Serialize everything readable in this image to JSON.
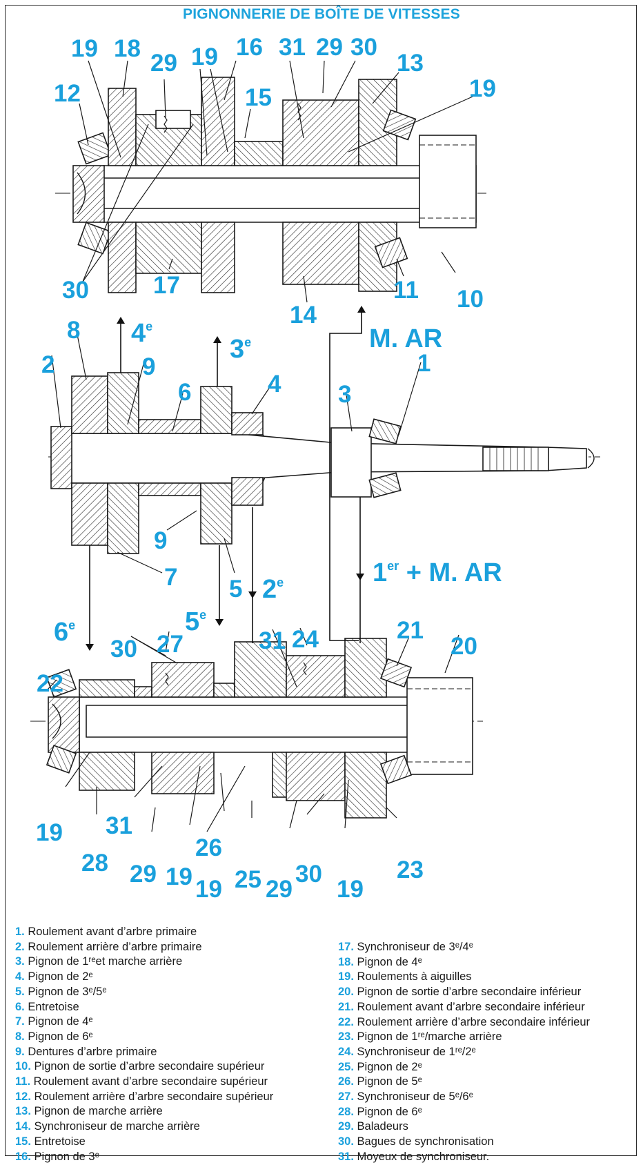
{
  "title": "PIGNONNERIE DE BOÎTE DE VITESSES",
  "callouts": {
    "n19a": "19",
    "n18": "18",
    "n29a": "29",
    "n19b": "19",
    "n16": "16",
    "n31a": "31",
    "n29b": "29",
    "n30a": "30",
    "n13": "13",
    "n12": "12",
    "n15": "15",
    "n19c": "19",
    "n30b": "30",
    "n17": "17",
    "n14": "14",
    "n11": "11",
    "n10": "10",
    "n8": "8",
    "n2": "2",
    "n9a": "9",
    "n6": "6",
    "n4": "4",
    "n3": "3",
    "n1": "1",
    "n9b": "9",
    "n7": "7",
    "n5": "5",
    "n30c": "30",
    "n27": "27",
    "n31b": "31",
    "n24": "24",
    "n21": "21",
    "n20": "20",
    "n22": "22",
    "n19d": "19",
    "n31c": "31",
    "n28": "28",
    "n26": "26",
    "n29c": "29",
    "n19e": "19",
    "n19f": "19",
    "n25": "25",
    "n29d": "29",
    "n30d": "30",
    "n19g": "19",
    "n23": "23"
  },
  "gear_labels": {
    "g4": {
      "num": "4",
      "sup": "e"
    },
    "g3": {
      "num": "3",
      "sup": "e"
    },
    "g2": {
      "num": "2",
      "sup": "e"
    },
    "g5": {
      "num": "5",
      "sup": "e"
    },
    "g6": {
      "num": "6",
      "sup": "e"
    },
    "g1": {
      "num": "1",
      "sup": "er",
      "rest": " + M. AR"
    },
    "mar": "M. AR"
  },
  "legend": {
    "left": [
      {
        "num": "1.",
        "text": "Roulement avant d’arbre primaire"
      },
      {
        "num": "2.",
        "text": "Roulement arrière d’arbre primaire"
      },
      {
        "num": "3.",
        "text": "Pignon de 1ʳᵉet marche arrière"
      },
      {
        "num": "4.",
        "text": "Pignon de 2ᵉ"
      },
      {
        "num": "5.",
        "text": "Pignon de 3ᵉ/5ᵉ"
      },
      {
        "num": "6.",
        "text": "Entretoise"
      },
      {
        "num": "7.",
        "text": "Pignon de 4ᵉ"
      },
      {
        "num": "8.",
        "text": "Pignon de 6ᵉ"
      },
      {
        "num": "9.",
        "text": "Dentures d’arbre primaire"
      },
      {
        "num": "10.",
        "text": "Pignon de sortie d’arbre secondaire supérieur"
      },
      {
        "num": "11.",
        "text": "Roulement avant d’arbre secondaire supérieur"
      },
      {
        "num": "12.",
        "text": "Roulement arrière d’arbre secondaire supérieur"
      },
      {
        "num": "13.",
        "text": "Pignon de marche arrière"
      },
      {
        "num": "14.",
        "text": "Synchroniseur de marche arrière"
      },
      {
        "num": "15.",
        "text": "Entretoise"
      },
      {
        "num": "16.",
        "text": "Pignon de 3ᵉ"
      }
    ],
    "right": [
      {
        "num": "17.",
        "text": "Synchroniseur de 3ᵉ/4ᵉ"
      },
      {
        "num": "18.",
        "text": "Pignon de 4ᵉ"
      },
      {
        "num": "19.",
        "text": "Roulements à aiguilles"
      },
      {
        "num": "20.",
        "text": "Pignon de sortie d’arbre secondaire inférieur"
      },
      {
        "num": "21.",
        "text": "Roulement avant d’arbre secondaire inférieur"
      },
      {
        "num": "22.",
        "text": "Roulement arrière d’arbre secondaire inférieur"
      },
      {
        "num": "23.",
        "text": "Pignon de 1ʳᵉ/marche arrière"
      },
      {
        "num": "24.",
        "text": "Synchroniseur de 1ʳᵉ/2ᵉ"
      },
      {
        "num": "25.",
        "text": "Pignon de 2ᵉ"
      },
      {
        "num": "26.",
        "text": "Pignon de 5ᵉ"
      },
      {
        "num": "27.",
        "text": "Synchroniseur de 5ᵉ/6ᵉ"
      },
      {
        "num": "28.",
        "text": "Pignon de 6ᵉ"
      },
      {
        "num": "29.",
        "text": "Baladeurs"
      },
      {
        "num": "30.",
        "text": "Bagues de synchronisation"
      },
      {
        "num": "31.",
        "text": "Moyeux de synchroniseur."
      }
    ]
  },
  "colors": {
    "accent": "#1aa0dc",
    "line": "#1a1a1a"
  }
}
